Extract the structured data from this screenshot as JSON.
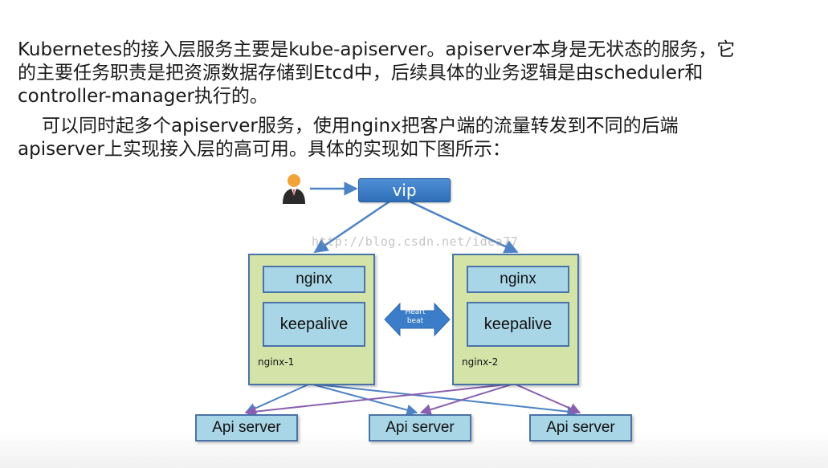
{
  "text": {
    "para1_lines": [
      "Kubernetes的接入层服务主要是kube-apiserver。apiserver本身是无状态的服务，它",
      "的主要任务职责是把资源数据存储到Etcd中，后续具体的业务逻辑是由scheduler和",
      "controller-manager执行的。"
    ],
    "para2_lines": [
      "可以同时起多个apiserver服务，使用nginx把客户端的流量转发到不同的后端",
      "apiserver上实现接入层的高可用。具体的实现如下图所示："
    ]
  },
  "diagram": {
    "vip_label": "vip",
    "node1": {
      "nginx": "nginx",
      "keepalive": "keepalive",
      "label": "nginx-1"
    },
    "node2": {
      "nginx": "nginx",
      "keepalive": "keepalive",
      "label": "nginx-2"
    },
    "heartbeat_lines": [
      "Heart",
      "beat"
    ],
    "api_servers": [
      "Api server",
      "Api server",
      "Api server"
    ],
    "watermark": "http://blog.csdn.net/idea77"
  },
  "colors": {
    "node_fill": "#d4e3a8",
    "inner_fill": "#a9d6e6",
    "border": "#4a73a8",
    "vip_fill": "#3b7dc8",
    "blue_line": "#4d82c4",
    "purple_line": "#8a5fb0"
  },
  "icons": {
    "user": "user-icon",
    "heartbeat": "double-arrow-icon"
  }
}
